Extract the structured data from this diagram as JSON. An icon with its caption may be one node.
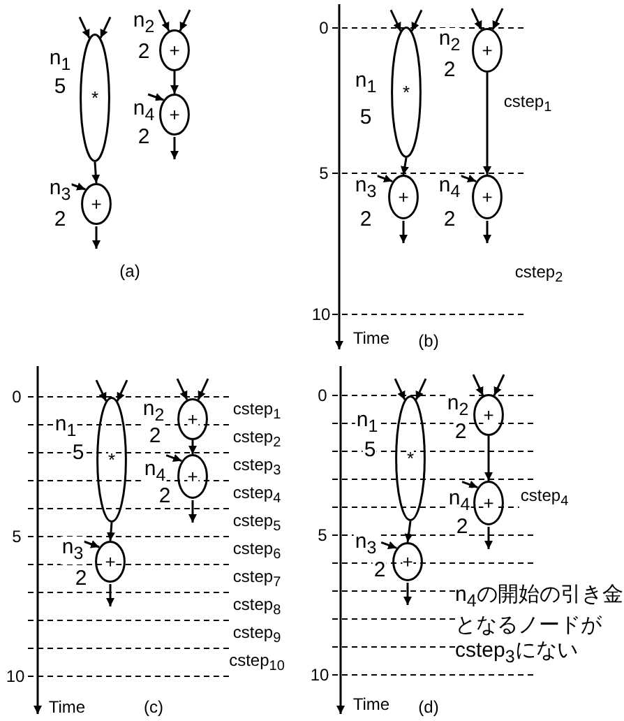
{
  "diagram": {
    "nodes": [
      {
        "text": [
          "*"
        ],
        "beside": [
          "n$_{1}$",
          "5"
        ]
      },
      {
        "text": [
          "+"
        ],
        "beside": [
          "n$_{2}$",
          "2"
        ]
      },
      {
        "text": [
          "+"
        ],
        "beside": [
          "n$_{3}$",
          "2"
        ]
      },
      {
        "text": [
          "+"
        ],
        "beside": [
          "n$_{4}$",
          "2"
        ]
      },
      {
        "text": [
          "*"
        ],
        "beside": [
          "n$_{1}$",
          "5"
        ]
      },
      {
        "text": [
          "+"
        ],
        "beside": [
          "n$_{2}$",
          "2"
        ]
      },
      {
        "text": [
          "+"
        ],
        "beside": [
          "n$_{3}$",
          "2"
        ]
      },
      {
        "text": [
          "+"
        ],
        "beside": [
          "n$_{4}$",
          "2"
        ]
      },
      {
        "text": [
          "*"
        ],
        "beside": [
          "n$_{1}$",
          "5"
        ]
      },
      {
        "text": [
          "+"
        ],
        "beside": [
          "n$_{2}$",
          "2"
        ]
      },
      {
        "text": [
          "+"
        ],
        "beside": [
          "n$_{3}$",
          "2"
        ]
      },
      {
        "text": [
          "+"
        ],
        "beside": [
          "n$_{4}$",
          "2"
        ]
      },
      {
        "text": [
          "*"
        ],
        "beside": [
          "n$_{1}$",
          "5"
        ]
      },
      {
        "text": [
          "+"
        ],
        "beside": [
          "n$_{2}$",
          "2"
        ]
      },
      {
        "text": [
          "+"
        ],
        "beside": [
          "n$_{3}$",
          "2"
        ]
      },
      {
        "text": [
          "+"
        ],
        "beside": [
          "n$_{4}$",
          "2"
        ]
      }
    ],
    "edges": [
      {
        "from": null,
        "to": 0,
        "arrow": "to"
      },
      {
        "from": null,
        "to": 0,
        "arrow": "to"
      },
      {
        "from": null,
        "to": 1,
        "arrow": "to"
      },
      {
        "from": null,
        "to": 1,
        "arrow": "to"
      },
      {
        "from": 0,
        "to": 2,
        "arrow": "to"
      },
      {
        "from": null,
        "to": 2,
        "arrow": "to"
      },
      {
        "from": 1,
        "to": 3,
        "arrow": "to"
      },
      {
        "from": null,
        "to": 3,
        "arrow": "to"
      },
      {
        "from": 2,
        "to": null,
        "arrow": "to"
      },
      {
        "from": 3,
        "to": null,
        "arrow": "to"
      },
      {
        "from": null,
        "to": 4,
        "arrow": "to"
      },
      {
        "from": null,
        "to": 4,
        "arrow": "to"
      },
      {
        "from": null,
        "to": 5,
        "arrow": "to"
      },
      {
        "from": null,
        "to": 5,
        "arrow": "to"
      },
      {
        "from": 4,
        "to": 6,
        "arrow": "to"
      },
      {
        "from": null,
        "to": 6,
        "arrow": "to"
      },
      {
        "from": 5,
        "to": 7,
        "arrow": "to"
      },
      {
        "from": null,
        "to": 7,
        "arrow": "to"
      },
      {
        "from": 6,
        "to": null,
        "arrow": "to"
      },
      {
        "from": 7,
        "to": null,
        "arrow": "to"
      },
      {
        "from": null,
        "to": 8,
        "arrow": "to"
      },
      {
        "from": null,
        "to": 8,
        "arrow": "to"
      },
      {
        "from": null,
        "to": 9,
        "arrow": "to"
      },
      {
        "from": null,
        "to": 9,
        "arrow": "to"
      },
      {
        "from": 8,
        "to": 10,
        "arrow": "to"
      },
      {
        "from": null,
        "to": 10,
        "arrow": "to"
      },
      {
        "from": 9,
        "to": 11,
        "arrow": "to"
      },
      {
        "from": null,
        "to": 11,
        "arrow": "to"
      },
      {
        "from": 10,
        "to": null,
        "arrow": "to"
      },
      {
        "from": 11,
        "to": null,
        "arrow": "to"
      },
      {
        "from": null,
        "to": 12,
        "arrow": "to"
      },
      {
        "from": null,
        "to": 12,
        "arrow": "to"
      },
      {
        "from": null,
        "to": 13,
        "arrow": "to"
      },
      {
        "from": null,
        "to": 13,
        "arrow": "to"
      },
      {
        "from": 12,
        "to": 14,
        "arrow": "to"
      },
      {
        "from": null,
        "to": 14,
        "arrow": "to"
      },
      {
        "from": 13,
        "to": 15,
        "arrow": "to"
      },
      {
        "from": null,
        "to": 15,
        "arrow": "to"
      },
      {
        "from": 14,
        "to": null,
        "arrow": "to"
      },
      {
        "from": 15,
        "to": null,
        "arrow": "to"
      }
    ],
    "labels": [
      "(a)",
      "0",
      "5",
      "10",
      "cstep$_{1}$",
      "cstep$_{2}$",
      "Time",
      "(b)",
      "0",
      "5",
      "10",
      "cstep$_{1}$",
      "cstep$_{2}$",
      "cstep$_{3}$",
      "cstep$_{4}$",
      "cstep$_{5}$",
      "cstep$_{6}$",
      "cstep$_{7}$",
      "cstep$_{8}$",
      "cstep$_{9}$",
      "cstep$_{10}$",
      "Time",
      "(c)",
      "0",
      "5",
      "10",
      "cstep$_{4}$",
      "n$_{4}$の開始の引き金となるノードがcstep$_{3}$にない",
      "Time",
      "(d)"
    ]
  }
}
